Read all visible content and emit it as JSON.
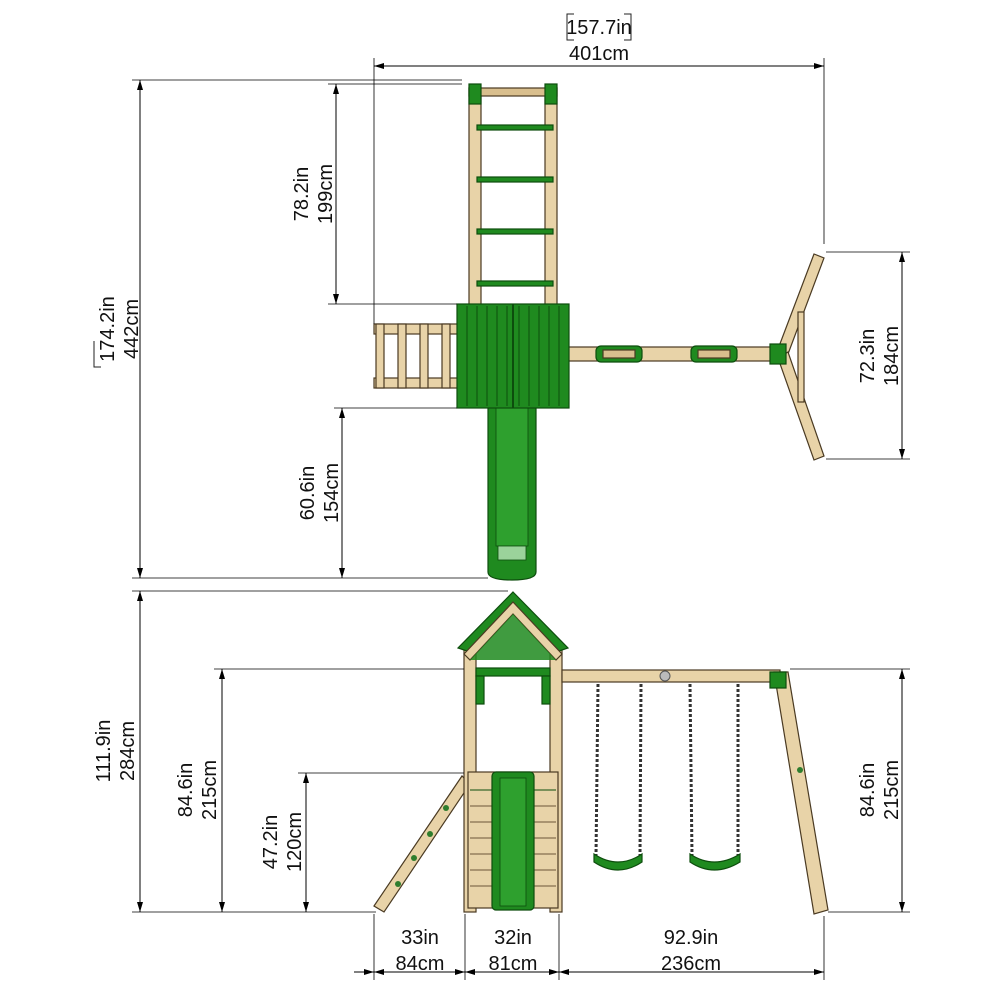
{
  "top_view": {
    "overall_width": {
      "inches": "157.7in",
      "cm": "401cm"
    },
    "overall_length": {
      "inches": "174.2in",
      "cm": "442cm"
    },
    "climbing_ladder": {
      "inches": "78.2in",
      "cm": "199cm"
    },
    "slide_length": {
      "inches": "60.6in",
      "cm": "154cm"
    },
    "a_frame_width": {
      "inches": "72.3in",
      "cm": "184cm"
    }
  },
  "side_view": {
    "total_height": {
      "inches": "111.9in",
      "cm": "284cm"
    },
    "tower_height": {
      "inches": "84.6in",
      "cm": "215cm"
    },
    "platform_height": {
      "inches": "47.2in",
      "cm": "120cm"
    },
    "swing_beam_height": {
      "inches": "84.6in",
      "cm": "215cm"
    },
    "ramp_width": {
      "inches": "33in",
      "cm": "84cm"
    },
    "tower_width": {
      "inches": "32in",
      "cm": "81cm"
    },
    "swing_span": {
      "inches": "92.9in",
      "cm": "236cm"
    }
  },
  "colors": {
    "wood": "#e8d3a8",
    "green": "#1f8a1f",
    "dark_green": "#0d4d0d"
  }
}
